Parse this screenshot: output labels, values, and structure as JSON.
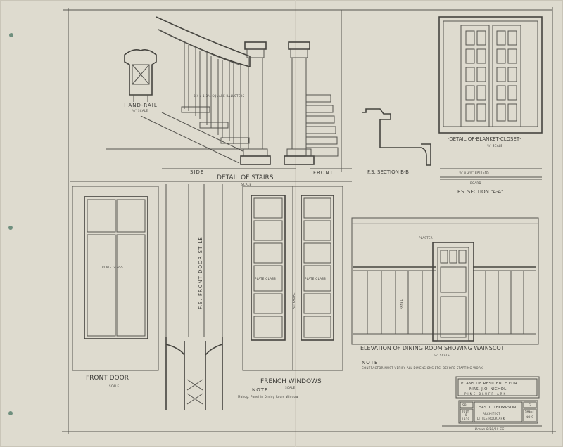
{
  "colors": {
    "paper": "#dedbcf",
    "ink": "#55544f"
  },
  "drawings": {
    "hand_rail": {
      "label": "·HAND-RAIL·",
      "scale": "¼\" SCALE"
    },
    "stairs": {
      "side": "SIDE",
      "title": "DETAIL OF STAIRS",
      "scale": "SCALE",
      "front": "FRONT",
      "baluster_note": "3/4 x 1 3/4 SQUARE BALUSTERS"
    },
    "section_bb": {
      "label": "F.S. SECTION B-B"
    },
    "blanket_closet": {
      "label": "·DETAIL·OF·BLANKET·CLOSET·",
      "scale": "¼\" SCALE"
    },
    "section_aa": {
      "label": "F.S. SECTION \"A-A\"",
      "batten": "⅞\" x 2⅝\" BATTENS",
      "board": "BOARD"
    },
    "front_door": {
      "label": "FRONT DOOR",
      "scale": "SCALE",
      "glass": "PLATE    GLASS"
    },
    "door_stile": {
      "label": "F.S. FRONT DOOR STILE"
    },
    "french_windows": {
      "label": "FRENCH WINDOWS",
      "scale": "SCALE",
      "note_head": "NOTE",
      "note": "Mahog. Panel in Dining Room Window",
      "glass_left": "PLATE GLASS",
      "glass_right": "PLATE GLASS",
      "astragal": "ASTRAGAL"
    },
    "dining_room": {
      "label": "ELEVATION OF DINING ROOM SHOWING WAINSCOT",
      "scale": "¼\" SCALE",
      "plaster": "PLASTER",
      "panel": "PANEL",
      "note_head": "NOTE:",
      "note": "CONTRACTOR MUST VERIFY ALL DIMENSIONS ETC. BEFORE STARTING WORK."
    }
  },
  "title_block": {
    "line1": "PLANS OF RESIDENCE FOR",
    "line2": "·MRS. J.O. NICHOL·",
    "line3": "PINE BLUFF ARK",
    "code": "SB",
    "date_line1": "JULY",
    "date_line2": "8",
    "date_line3": "1919",
    "architect": "CHAS. L. THOMPSON",
    "role": "ARCHITECT",
    "city": "LITTLE ROCK ARK",
    "symbol": "G",
    "sheet_label": "SHEET",
    "sheet_no": "NO 9",
    "signature": "Drawn 8/10/19 CG"
  }
}
